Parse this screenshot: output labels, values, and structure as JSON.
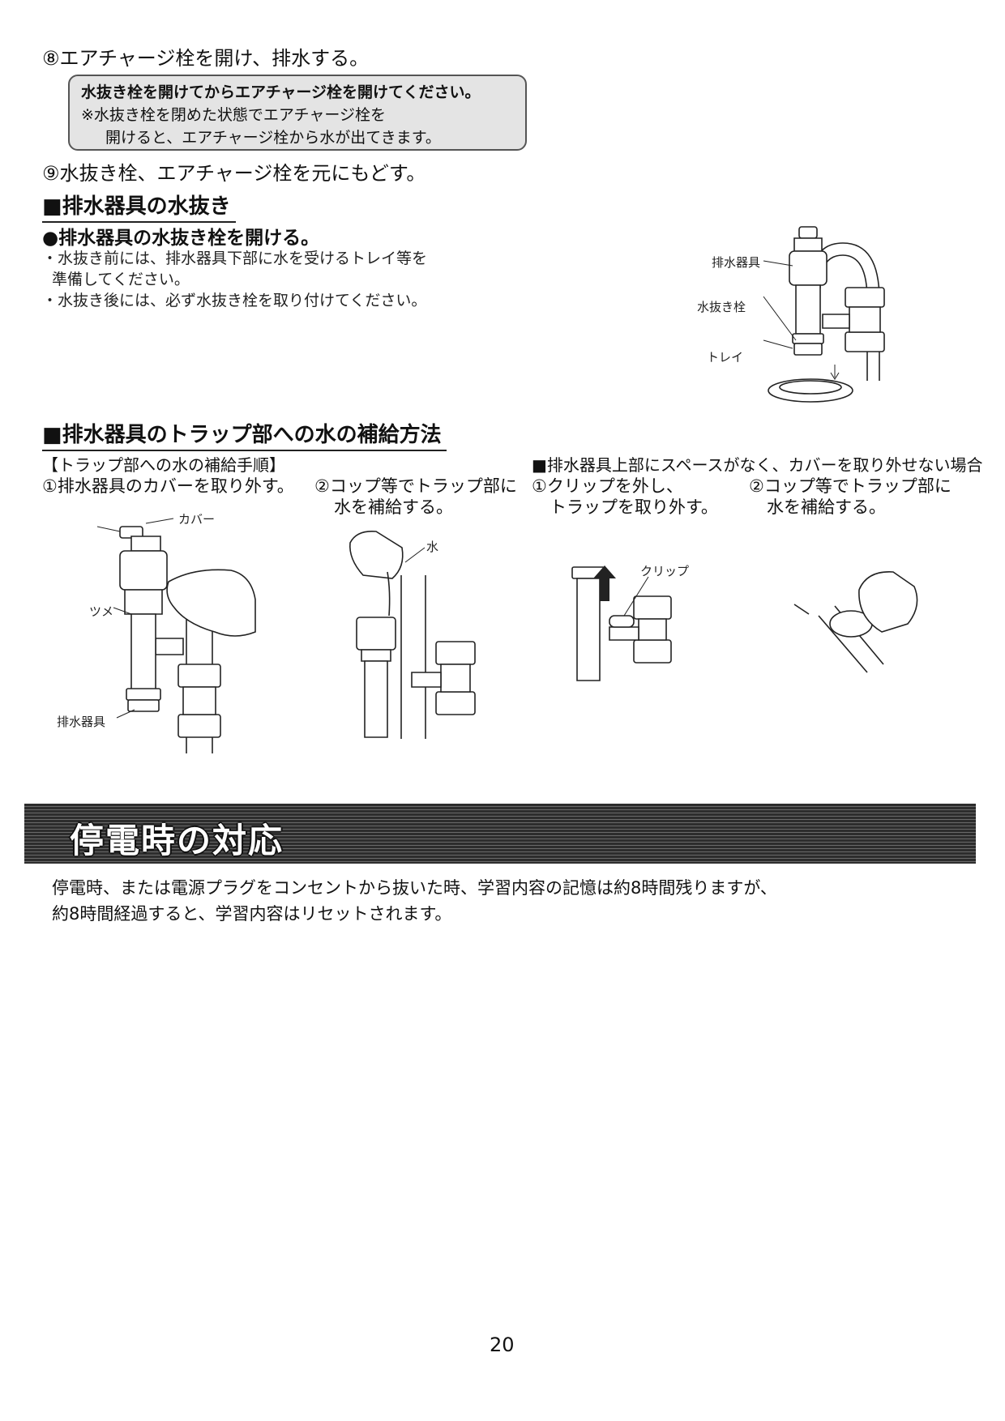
{
  "steps": {
    "step8": "⑧エアチャージ栓を開け、排水する。",
    "note_line1": "水抜き栓を開けてからエアチャージ栓を開けてください。",
    "note_line2": "※水抜き栓を閉めた状態でエアチャージ栓を",
    "note_line3": "開けると、エアチャージ栓から水が出てきます。",
    "step9": "⑨水抜き栓、エアチャージ栓を元にもどす。"
  },
  "drain_section": {
    "heading": "■排水器具の水抜き",
    "subheading": "●排水器具の水抜き栓を開ける。",
    "bullet1_line1": "・水抜き前には、排水器具下部に水を受けるトレイ等を",
    "bullet1_line2": "準備してください。",
    "bullet2": "・水抜き後には、必ず水抜き栓を取り付けてください。",
    "labels": {
      "fixture": "排水器具",
      "drain_plug": "水抜き栓",
      "tray": "トレイ"
    }
  },
  "trap_section": {
    "heading": "■排水器具のトラップ部への水の補給方法",
    "procedure_title": "【トラップ部への水の補給手順】",
    "step1": "①排水器具のカバーを取り外す。",
    "step2_line1": "②コップ等でトラップ部に",
    "step2_line2": "水を補給する。",
    "alt_title": "■排水器具上部にスペースがなく、カバーを取り外せない場合",
    "alt_step1_line1": "①クリップを外し、",
    "alt_step1_line2": "トラップを取り外す。",
    "alt_step2_line1": "②コップ等でトラップ部に",
    "alt_step2_line2": "水を補給する。",
    "labels": {
      "cover": "カバー",
      "tab": "ツメ",
      "fixture": "排水器具",
      "water": "水",
      "clip": "クリップ"
    }
  },
  "power_section": {
    "banner_title": "停電時の対応",
    "text_line1": "停電時、または電源プラグをコンセントから抜いた時、学習内容の記憶は約8時間残りますが、",
    "text_line2": "約8時間経過すると、学習内容はリセットされます。"
  },
  "page_number": "20"
}
